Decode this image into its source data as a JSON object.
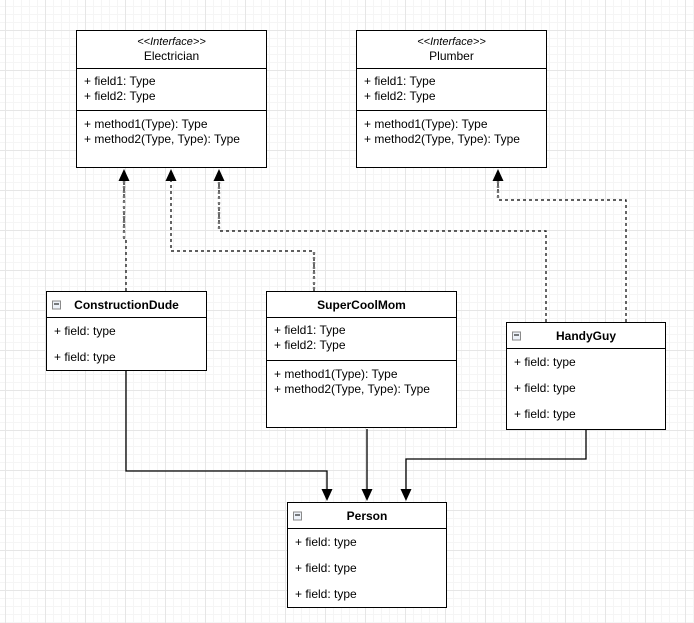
{
  "uml": {
    "interfaces": [
      {
        "id": "electrician",
        "stereotype": "<<Interface>>",
        "name": "Electrician",
        "fields": [
          "+ field1: Type",
          "+ field2: Type"
        ],
        "methods": [
          "+ method1(Type): Type",
          "+ method2(Type, Type): Type"
        ]
      },
      {
        "id": "plumber",
        "stereotype": "<<Interface>>",
        "name": "Plumber",
        "fields": [
          "+ field1: Type",
          "+ field2: Type"
        ],
        "methods": [
          "+ method1(Type): Type",
          "+ method2(Type, Type): Type"
        ]
      }
    ],
    "classes": [
      {
        "id": "constructionDude",
        "name": "ConstructionDude",
        "fields": [
          "+ field: type",
          "+ field: type"
        ],
        "has_collapse_icon": true
      },
      {
        "id": "superCoolMom",
        "name": "SuperCoolMom",
        "fields": [
          "+ field1: Type",
          "+ field2: Type"
        ],
        "methods": [
          "+ method1(Type): Type",
          "+ method2(Type, Type): Type"
        ],
        "has_collapse_icon": false
      },
      {
        "id": "handyGuy",
        "name": "HandyGuy",
        "fields": [
          "+ field: type",
          "+ field: type",
          "+ field: type"
        ],
        "has_collapse_icon": true
      },
      {
        "id": "person",
        "name": "Person",
        "fields": [
          "+ field: type",
          "+ field: type",
          "+ field: type"
        ],
        "has_collapse_icon": true
      }
    ],
    "relationships": [
      {
        "from": "ConstructionDude",
        "to": "Electrician",
        "type": "realization",
        "line": "dashed",
        "arrow": "filled-triangle"
      },
      {
        "from": "SuperCoolMom",
        "to": "Electrician",
        "type": "realization",
        "line": "dashed",
        "arrow": "filled-triangle"
      },
      {
        "from": "HandyGuy",
        "to": "Electrician",
        "type": "realization",
        "line": "dashed",
        "arrow": "filled-triangle"
      },
      {
        "from": "HandyGuy",
        "to": "Plumber",
        "type": "realization",
        "line": "dashed",
        "arrow": "filled-triangle"
      },
      {
        "from": "ConstructionDude",
        "to": "Person",
        "type": "directed-association",
        "line": "solid",
        "arrow": "filled-triangle"
      },
      {
        "from": "SuperCoolMom",
        "to": "Person",
        "type": "directed-association",
        "line": "solid",
        "arrow": "filled-triangle"
      },
      {
        "from": "HandyGuy",
        "to": "Person",
        "type": "directed-association",
        "line": "solid",
        "arrow": "filled-triangle"
      }
    ],
    "colors": {
      "stroke": "#000000",
      "box_fill": "#ffffff",
      "grid_minor": "#f5f5f5",
      "grid_major": "#e6e6e6",
      "dense_dash_gray": "#757575",
      "fold_icon_fill": "#edf2f9",
      "fold_icon_border": "#8a8a8a"
    }
  }
}
